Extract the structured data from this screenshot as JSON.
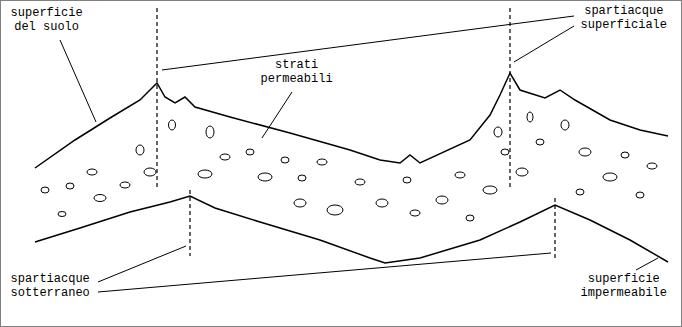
{
  "diagram": {
    "labels": [
      "superficie del suolo",
      "spartiacque superficiale",
      "strati permeabili",
      "spartiacque sotterraneo",
      "superficie impermeabile"
    ]
  }
}
